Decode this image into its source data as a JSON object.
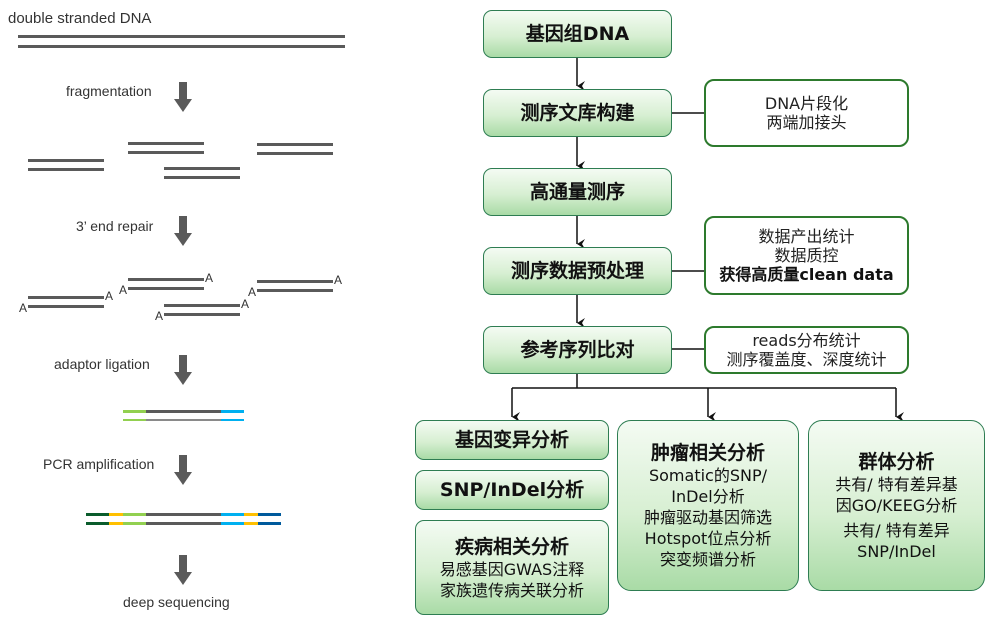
{
  "left_panel": {
    "title": "double stranded DNA",
    "steps": [
      {
        "label": "fragmentation"
      },
      {
        "label": "3’ end repair"
      },
      {
        "label": "adaptor ligation"
      },
      {
        "label": "PCR amplification"
      },
      {
        "label": "deep sequencing"
      }
    ],
    "a_tail": "A",
    "colors": {
      "strand": "#5a5a5a",
      "arrow": "#5a5a5a",
      "adaptor_green_light": "#92d050",
      "adaptor_cyan": "#00b0f0",
      "adaptor_green_dark": "#0a5c2c",
      "adaptor_yellow": "#ffc000",
      "adaptor_blue": "#005a9c"
    }
  },
  "flow": {
    "main": [
      {
        "label": "基因组DNA"
      },
      {
        "label": "测序文库构建"
      },
      {
        "label": "高通量测序"
      },
      {
        "label": "测序数据预处理"
      },
      {
        "label": "参考序列比对"
      }
    ],
    "notes": [
      {
        "lines": [
          "DNA片段化",
          "两端加接头"
        ],
        "bold_line": ""
      },
      {
        "lines": [
          "数据产出统计",
          "数据质控"
        ],
        "bold_line": "获得高质量clean data"
      },
      {
        "lines": [
          "reads分布统计",
          "测序覆盖度、深度统计"
        ],
        "bold_line": ""
      }
    ],
    "branches": {
      "variation": {
        "title": "基因变异分析"
      },
      "snp": {
        "title": "SNP/InDel分析"
      },
      "disease": {
        "title": "疾病相关分析",
        "lines": [
          "易感基因GWAS注释",
          "家族遗传病关联分析"
        ]
      },
      "tumor": {
        "title": "肿瘤相关分析",
        "lines": [
          "Somatic的SNP/",
          "InDel分析",
          "肿瘤驱动基因筛选",
          "Hotspot位点分析",
          "突变频谱分析"
        ]
      },
      "population": {
        "title": "群体分析",
        "lines": [
          "共有/ 特有差异基",
          "因GO/KEEG分析"
        ],
        "lines2": [
          "共有/ 特有差异",
          "SNP/InDel"
        ]
      }
    },
    "colors": {
      "box_border": "#2e7d52",
      "note_border": "#2d7a2d",
      "gradient_top": "#f4fbf3",
      "gradient_bottom": "#a9dba6",
      "connector": "#111111"
    }
  }
}
